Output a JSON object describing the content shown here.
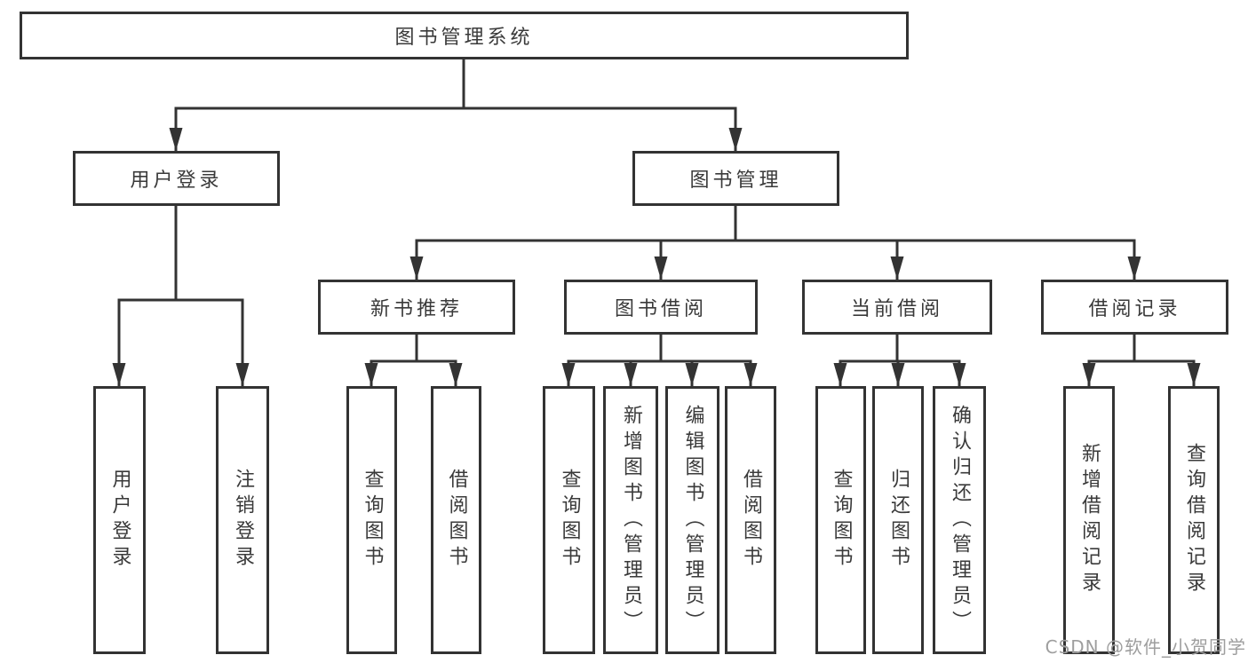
{
  "diagram": {
    "title": "图书管理系统",
    "tree": {
      "label": "图书管理系统",
      "children": [
        {
          "label": "用户登录",
          "children": [
            {
              "label": "用户登录"
            },
            {
              "label": "注销登录"
            }
          ]
        },
        {
          "label": "图书管理",
          "children": [
            {
              "label": "新书推荐",
              "children": [
                {
                  "label": "查询图书"
                },
                {
                  "label": "借阅图书"
                }
              ]
            },
            {
              "label": "图书借阅",
              "children": [
                {
                  "label": "查询图书"
                },
                {
                  "label": "新增图书（管理员）"
                },
                {
                  "label": "编辑图书（管理员）"
                },
                {
                  "label": "借阅图书"
                }
              ]
            },
            {
              "label": "当前借阅",
              "children": [
                {
                  "label": "查询图书"
                },
                {
                  "label": "归还图书"
                },
                {
                  "label": "确认归还（管理员）"
                }
              ]
            },
            {
              "label": "借阅记录",
              "children": [
                {
                  "label": "新增借阅记录"
                },
                {
                  "label": "查询借阅记录"
                }
              ]
            }
          ]
        }
      ]
    },
    "colors": {
      "line": "#333333",
      "text": "#3a3a3a",
      "box_background": "#ffffff",
      "watermark": "#9e9e9e"
    }
  },
  "watermark": {
    "text": "CSDN @软件_小贺同学"
  }
}
